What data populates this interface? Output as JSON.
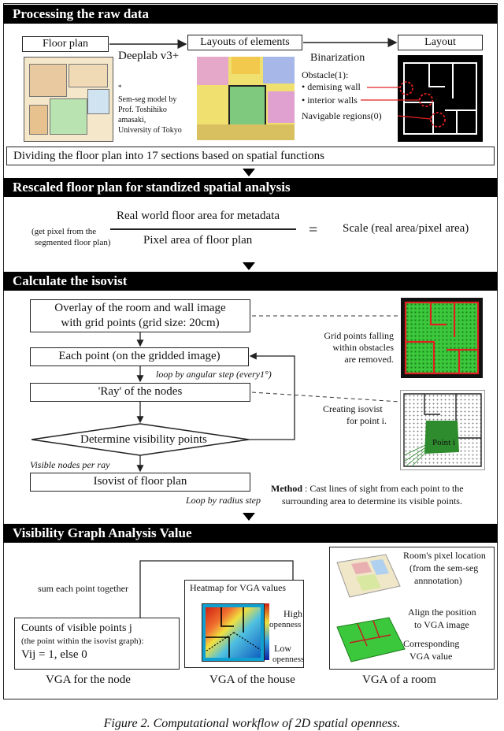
{
  "sections": {
    "s1": "Processing the raw data",
    "s2": "Rescaled floor plan for standized spatial analysis",
    "s3": "Calculate the isovist",
    "s4": "Visibility Graph  Analysis Value"
  },
  "s1": {
    "floor_plan": "Floor plan",
    "deeplab": "Deeplab v3+",
    "layouts": "Layouts of elements",
    "binarization": "Binarization",
    "layout": "Layout",
    "asterisk": "*",
    "semseg_note": [
      "Sem-seg model by",
      "Prof. Toshihiko",
      "amasaki,",
      "University of Tokyo"
    ],
    "obstacle": "Obstacle(1):",
    "demising": "• demising wall",
    "interior": "• interior walls",
    "navigable": "Navigable regions(0)",
    "dividing": "Dividing the floor plan into 17 sections based on spatial functions"
  },
  "s2": {
    "numerator": "Real world floor area for metadata",
    "denominator": "Pixel area of floor plan",
    "note1": "(get pixel from the",
    "note2": "segmented floor plan)",
    "equals": "=",
    "scale": "Scale (real area/pixel area)"
  },
  "s3": {
    "overlay1": "Overlay of the room and wall image",
    "overlay2": "with grid points (grid size: 20cm)",
    "each_point": "Each point (on the gridded image)",
    "loop_angular": "loop by angular step (every1°)",
    "ray": "'Ray' of the nodes",
    "determine": "Determine visibility points",
    "visible_nodes": "Visible nodes per ray",
    "isovist": "Isovist of floor plan",
    "loop_radius": "Loop by radius step",
    "grid_removed1": "Grid points falling",
    "grid_removed2": "within obstacles",
    "grid_removed3": "are removed.",
    "creating1": "Creating isovist",
    "creating2": "for point i.",
    "point_i": "Point i",
    "method_label": "Method",
    "method1": " : Cast lines of sight from each point to the",
    "method2": "surrounding area to determine its visible points."
  },
  "s4": {
    "sum": "sum each point together",
    "counts": "Counts of visible points j",
    "point_within": "(the point within the isovist graph):",
    "vij": "Vij = 1, else 0",
    "vga_node": "VGA for the node",
    "heatmap": "Heatmap for VGA values",
    "high1": "High",
    "high2": "openness",
    "low1": "Low",
    "low2": "openness",
    "vga_house": "VGA of the house",
    "rooms_pixel1": "Room's pixel location",
    "rooms_pixel2": "(from the sem-seg",
    "rooms_pixel3": "annnotation)",
    "align1": "Align the position",
    "align2": "to VGA image",
    "corr1": "Corresponding",
    "corr2": "VGA value",
    "vga_room": "VGA of a room"
  },
  "caption": "Figure 2. Computational workflow of 2D spatial openness.",
  "colors": {
    "header_bg": "#000000",
    "grid_green": "#3cc83c",
    "obstacle_red": "#e02020"
  }
}
